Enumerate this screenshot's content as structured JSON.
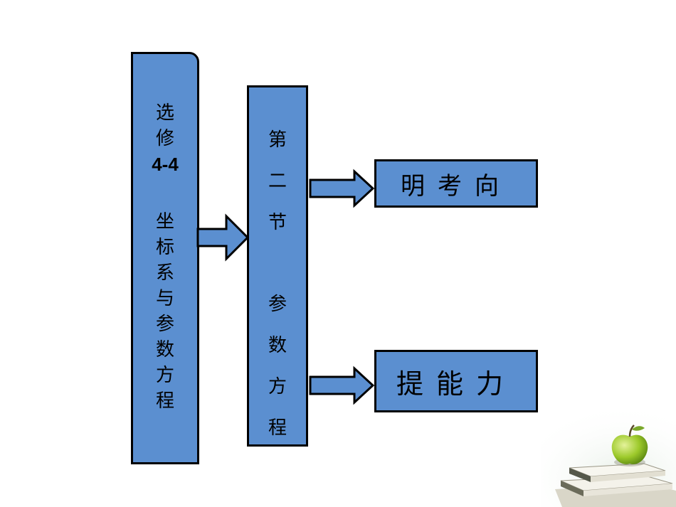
{
  "module_box": {
    "top_chars": [
      "选",
      "修"
    ],
    "code": "4-4",
    "title_chars": [
      "坐",
      "标",
      "系",
      "与",
      "参",
      "数",
      "方",
      "程"
    ]
  },
  "section_box": {
    "top_chars": [
      "第",
      "二",
      "节"
    ],
    "title_chars": [
      "参",
      "数",
      "方",
      "程"
    ]
  },
  "branch_boxes": [
    {
      "label": "明考向"
    },
    {
      "label": "提能力"
    }
  ],
  "colors": {
    "box_fill": "#5b8fd0",
    "border": "#000000",
    "apple": "#9cc92a",
    "books": "#6b6b5a"
  },
  "decor_icon": "apple-on-books-icon"
}
